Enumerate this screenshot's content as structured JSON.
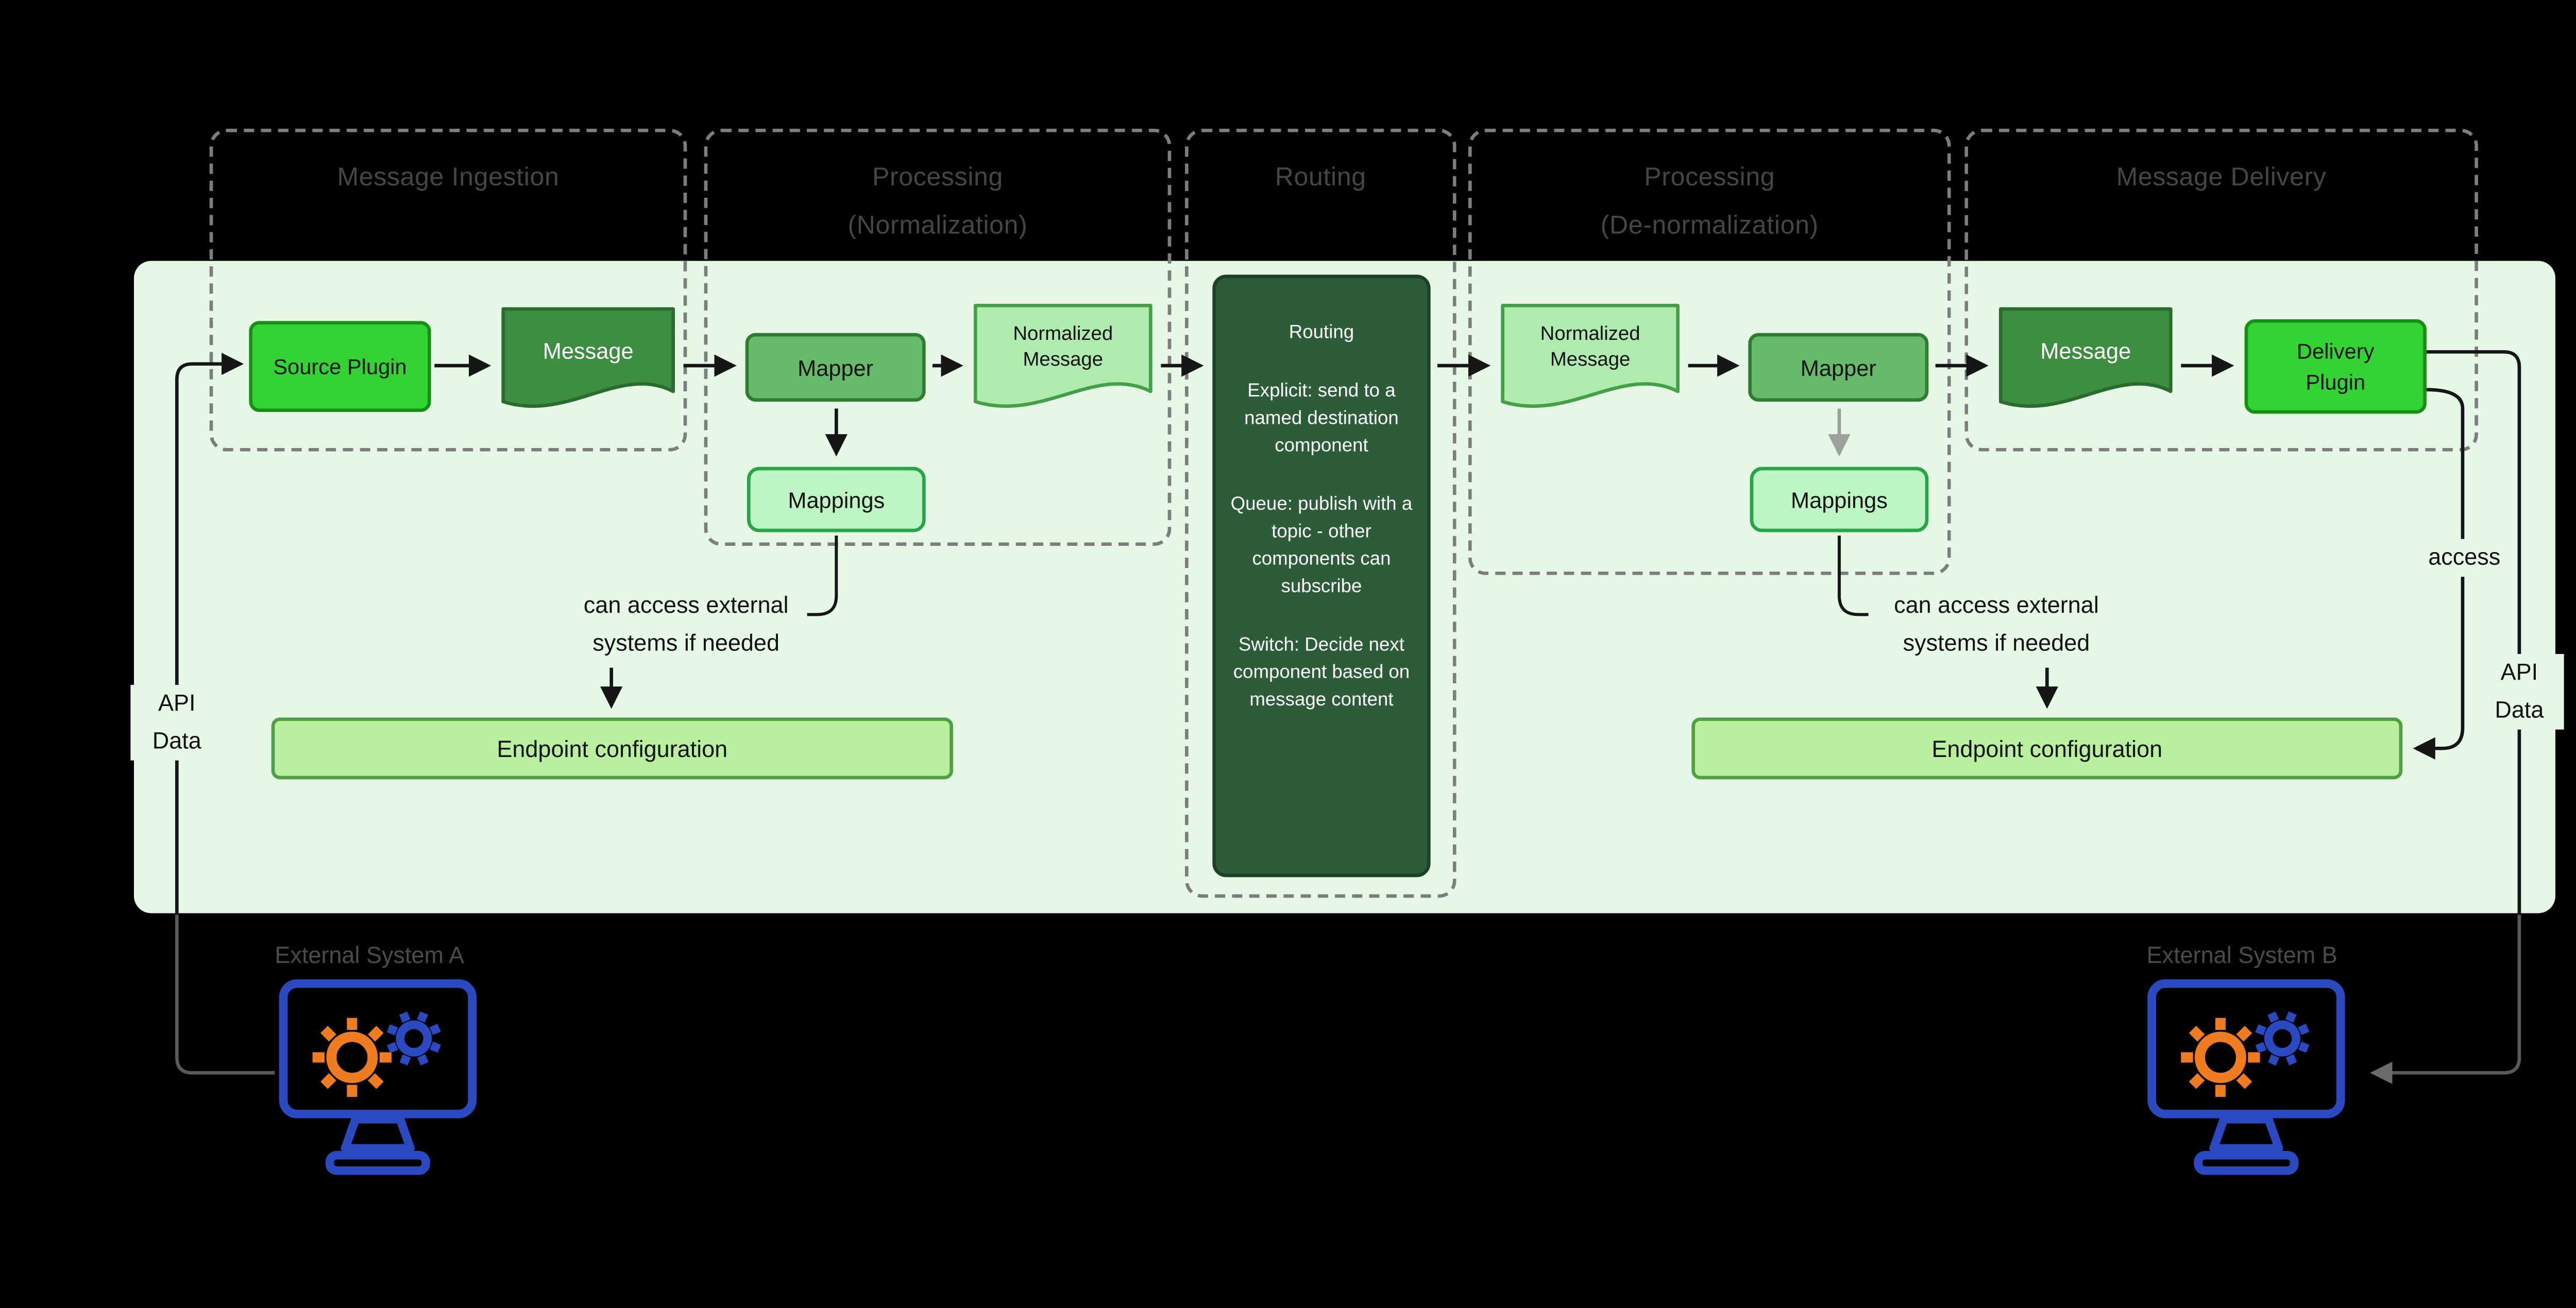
{
  "stages": [
    {
      "title": "Message Ingestion",
      "title2": ""
    },
    {
      "title": "Processing",
      "title2": "(Normalization)"
    },
    {
      "title": "Routing",
      "title2": ""
    },
    {
      "title": "Processing",
      "title2": "(De-normalization)"
    },
    {
      "title": "Message Delivery",
      "title2": ""
    }
  ],
  "pipeline": {
    "source_plugin": "Source Plugin",
    "message": "Message",
    "mapper": "Mapper",
    "normalized_message": "Normalized Message",
    "delivery_plugin": "Delivery Plugin",
    "mappings": "Mappings",
    "endpoint_configuration": "Endpoint configuration",
    "routing": {
      "title": "Routing",
      "rules": [
        "Explicit: send to a named destination component",
        "Queue: publish with a topic - other components can subscribe",
        "Switch: Decide next component based on message content"
      ]
    }
  },
  "annotations": {
    "api": "API",
    "data": "Data",
    "access": "access",
    "can_access_line1": "can access external",
    "can_access_line2": "systems if needed"
  },
  "external_systems": {
    "a": "External System A",
    "b": "External System B"
  },
  "colors": {
    "background": "#000000",
    "panel": "#e6f7e6",
    "plugin_green": "#34d334",
    "message_dark_green": "#3e8e41",
    "mapper_green": "#66bb6a",
    "normalized_light_green": "#afeaaf",
    "routing_dark_green": "#2d5c38",
    "mappings_mint": "#bdf6c4",
    "endpoint_light_green": "#b9f09e",
    "monitor_blue": "#2b49c0",
    "gear_orange": "#ef7d1f",
    "dashed_border_gray": "#7d7d7d"
  }
}
